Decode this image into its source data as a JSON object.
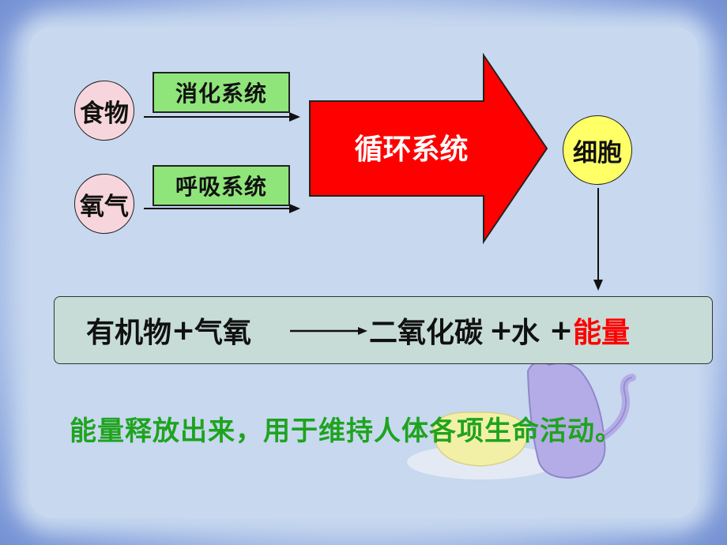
{
  "nodes": {
    "food": "食物",
    "oxygen": "氧气",
    "cell": "细胞"
  },
  "systems": {
    "digestive": "消化系统",
    "respiratory": "呼吸系统",
    "circulatory": "循环系统"
  },
  "equation": {
    "reactant1": "有机物",
    "plus1": "+",
    "reactant2": "气氧",
    "product1": "二氧化碳",
    "plus2": "+",
    "product2": "水",
    "plus3": "+",
    "product3": "能量"
  },
  "note": "能量释放出来，用于维持人体各项生命活动。",
  "colors": {
    "arrow": "#ff0000",
    "energy": "#ff0000",
    "note": "#1fa31f",
    "system_box": "#8fe57a",
    "cell": "#ffff66",
    "food_oxygen": "#f6d6dc"
  }
}
